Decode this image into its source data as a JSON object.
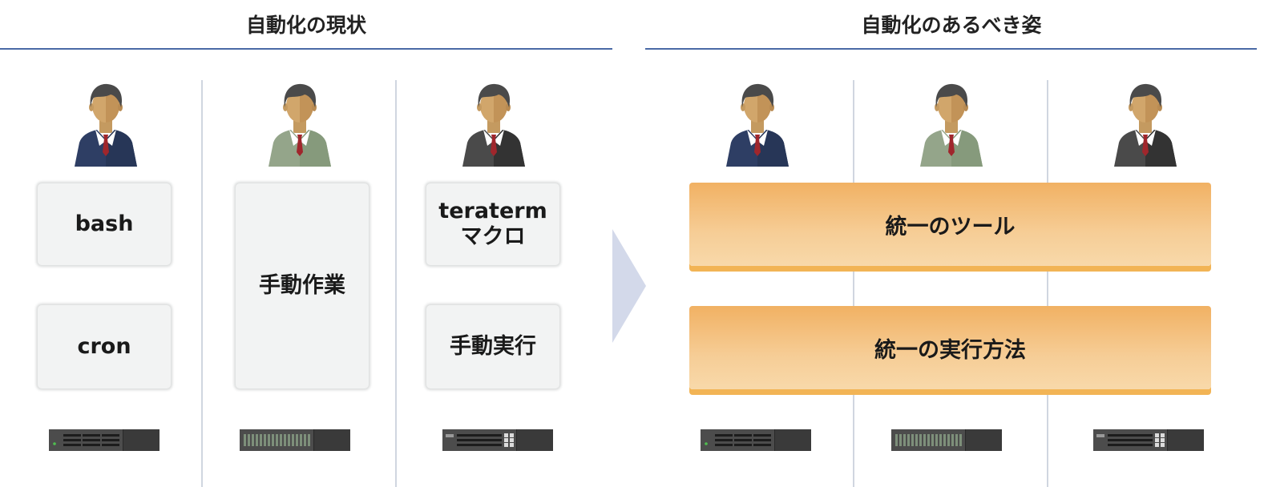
{
  "sections": {
    "current": {
      "title": "自動化の現状"
    },
    "ideal": {
      "title": "自動化のあるべき姿"
    }
  },
  "current_boxes": {
    "bash": "bash",
    "cron": "cron",
    "manual_work": "手動作業",
    "teraterm_macro": "teraterm\nマクロ",
    "manual_exec": "手動実行"
  },
  "ideal_bands": {
    "unified_tool": "統一のツール",
    "unified_exec": "統一の実行方法"
  },
  "colors": {
    "suit_navy": "#2e3e64",
    "suit_green": "#94a58a",
    "suit_gray": "#3c3c3c",
    "band_orange": "#f1b163",
    "title_rule": "#4a6aa6",
    "arrow": "#d3d9ea"
  },
  "icons": [
    "person-icon",
    "server-icon",
    "arrow-right-icon"
  ]
}
